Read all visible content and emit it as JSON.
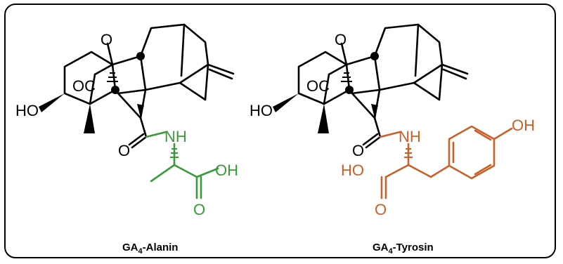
{
  "colors": {
    "frame": "#000000",
    "core": "#000000",
    "alanine": "#3a9a3a",
    "tyrosine": "#c8602a"
  },
  "structures": [
    {
      "name_prefix": "GA",
      "name_subscript": "4",
      "name_suffix": "-Alanin",
      "core_atoms": {
        "bridge_o": "O",
        "oc": "OC",
        "ho": "HO",
        "carbonyl_o": "O"
      },
      "side_atoms": {
        "nh": "NH",
        "oh": "OH",
        "acid_o": "O"
      }
    },
    {
      "name_prefix": "GA",
      "name_subscript": "4",
      "name_suffix": "-Tyrosin",
      "core_atoms": {
        "bridge_o": "O",
        "oc": "OC",
        "ho": "HO",
        "carbonyl_o": "O"
      },
      "side_atoms": {
        "nh": "NH",
        "ho": "HO",
        "acid_o": "O",
        "phenol_oh": "OH"
      }
    }
  ]
}
